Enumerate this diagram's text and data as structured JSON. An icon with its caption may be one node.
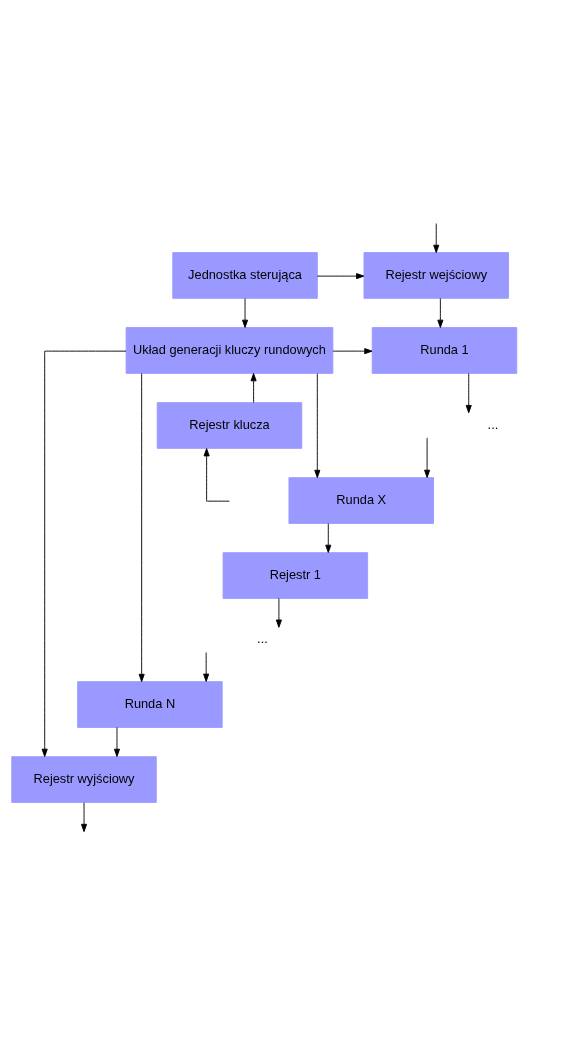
{
  "diagram": {
    "nodes": [
      {
        "text": [
          "Rejestr wejściowy"
        ]
      },
      {
        "text": [
          "Jednostka sterująca"
        ]
      },
      {
        "text": [
          "Runda 1"
        ]
      },
      {
        "text": [
          "Układ generacji kluczy rundowych"
        ]
      },
      {
        "text": [
          "..."
        ]
      },
      {
        "text": [
          "Rejestr klucza"
        ]
      },
      {
        "text": [
          "Runda X"
        ]
      },
      {
        "text": [
          "Rejestr 1"
        ]
      },
      {
        "text": [
          "..."
        ]
      },
      {
        "text": [
          "Runda N"
        ]
      },
      {
        "text": [
          "Rejestr wyjściowy"
        ]
      }
    ],
    "edges": [
      {
        "from": null,
        "to": 0,
        "arrow": "to"
      },
      {
        "from": 1,
        "to": 0,
        "arrow": "to"
      },
      {
        "from": 0,
        "to": 2,
        "arrow": "to"
      },
      {
        "from": 1,
        "to": 3,
        "arrow": "to"
      },
      {
        "from": 3,
        "to": 2,
        "arrow": "to"
      },
      {
        "from": 2,
        "to": 4,
        "arrow": "to"
      },
      {
        "from": 5,
        "to": 3,
        "arrow": "to"
      },
      {
        "from": null,
        "to": 5,
        "arrow": "to"
      },
      {
        "from": 4,
        "to": 6,
        "arrow": "to"
      },
      {
        "from": 3,
        "to": 6,
        "arrow": "to"
      },
      {
        "from": 6,
        "to": 7,
        "arrow": "to"
      },
      {
        "from": 7,
        "to": 8,
        "arrow": "to"
      },
      {
        "from": 8,
        "to": 9,
        "arrow": "to"
      },
      {
        "from": 3,
        "to": 9,
        "arrow": "to"
      },
      {
        "from": 9,
        "to": 10,
        "arrow": "to"
      },
      {
        "from": 3,
        "to": 10,
        "arrow": "to"
      },
      {
        "from": 10,
        "to": null,
        "arrow": "to"
      }
    ]
  }
}
